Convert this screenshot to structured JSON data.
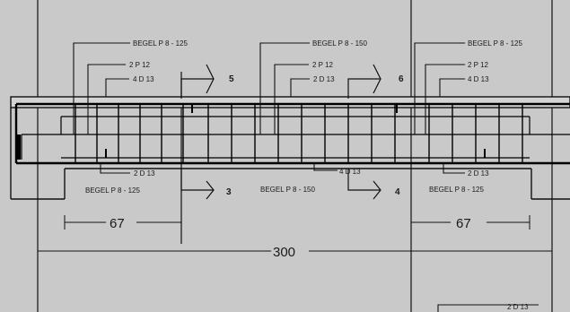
{
  "labels": {
    "top_left_stirrup": "BEGEL P 8 - 125",
    "top_left_tie": "2 P 12",
    "top_left_bars": "4 D 13",
    "top_mid_stirrup": "BEGEL P 8 - 150",
    "top_mid_tie": "2 P 12",
    "top_mid_bars": "2 D 13",
    "top_right_stirrup": "BEGEL P 8 - 125",
    "top_right_tie": "2 P 12",
    "top_right_bars": "4 D 13",
    "bot_left_bars": "2 D 13",
    "bot_left_stirrup": "BEGEL P 8 - 125",
    "bot_mid_bars": "4 D 13",
    "bot_mid_stirrup": "BEGEL P 8 - 150",
    "bot_right_bars": "2 D 13",
    "bot_right_stirrup": "BEGEL P 8 - 125",
    "corner_bars": "2 D 13"
  },
  "sections": {
    "s5": "5",
    "s6": "6",
    "s3": "3",
    "s4": "4"
  },
  "dimensions": {
    "left_span": "67",
    "right_span": "67",
    "total_span": "300"
  }
}
